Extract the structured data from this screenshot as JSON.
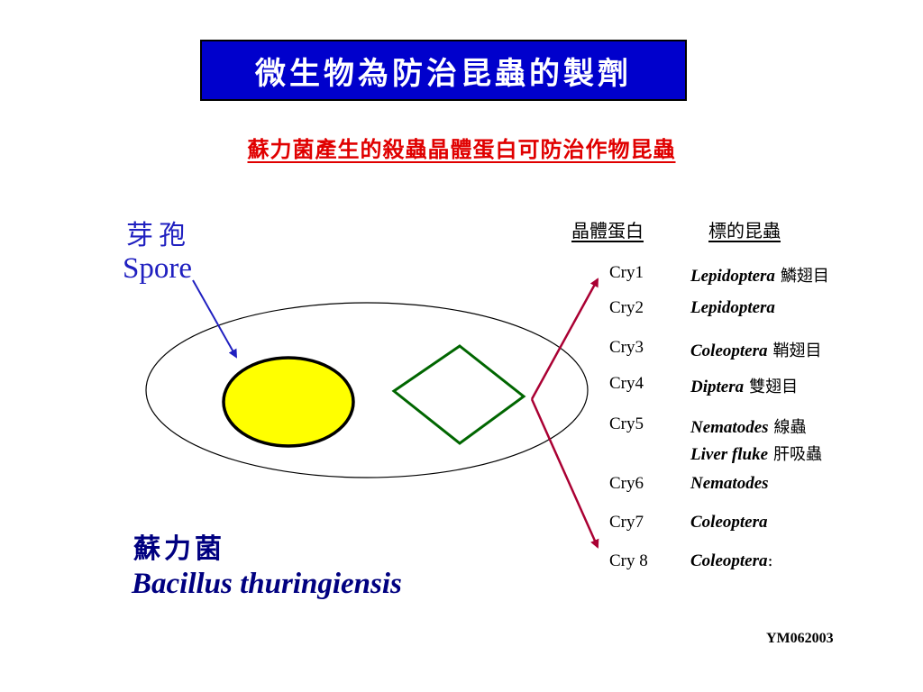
{
  "title": "微生物為防治昆蟲的製劑",
  "subtitle": "蘇力菌產生的殺蟲晶體蛋白可防治作物昆蟲",
  "spore": {
    "label_cn": "芽孢",
    "label_en": "Spore"
  },
  "organism": {
    "name_cn": "蘇力菌",
    "name_en": "Bacillus thuringiensis"
  },
  "table": {
    "header_protein": "晶體蛋白",
    "header_target": "標的昆蟲",
    "rows": [
      {
        "cry": "Cry1",
        "target": "Lepidoptera",
        "order": "鱗翅目"
      },
      {
        "cry": "Cry2",
        "target": "Lepidoptera",
        "order": ""
      },
      {
        "cry": "Cry3",
        "target": "Coleoptera",
        "order": "鞘翅目"
      },
      {
        "cry": "Cry4",
        "target": "Diptera",
        "order": "雙翅目"
      },
      {
        "cry": "Cry5",
        "target": "Nematodes",
        "order": "線蟲",
        "extra_target": "Liver fluke",
        "extra_order": "肝吸蟲"
      },
      {
        "cry": "Cry6",
        "target": "Nematodes",
        "order": ""
      },
      {
        "cry": "Cry7",
        "target": "Coleoptera",
        "order": ""
      },
      {
        "cry": "Cry 8",
        "target": "Coleoptera",
        "order": ":"
      }
    ]
  },
  "footer": "YM062003",
  "colors": {
    "title_bg": "#0000cc",
    "subtitle": "#e00000",
    "spore_label": "#2020c0",
    "organism_label": "#000080",
    "spore_fill": "#ffff00",
    "crystal": "#006600",
    "bracket_arrow": "#aa0033"
  }
}
